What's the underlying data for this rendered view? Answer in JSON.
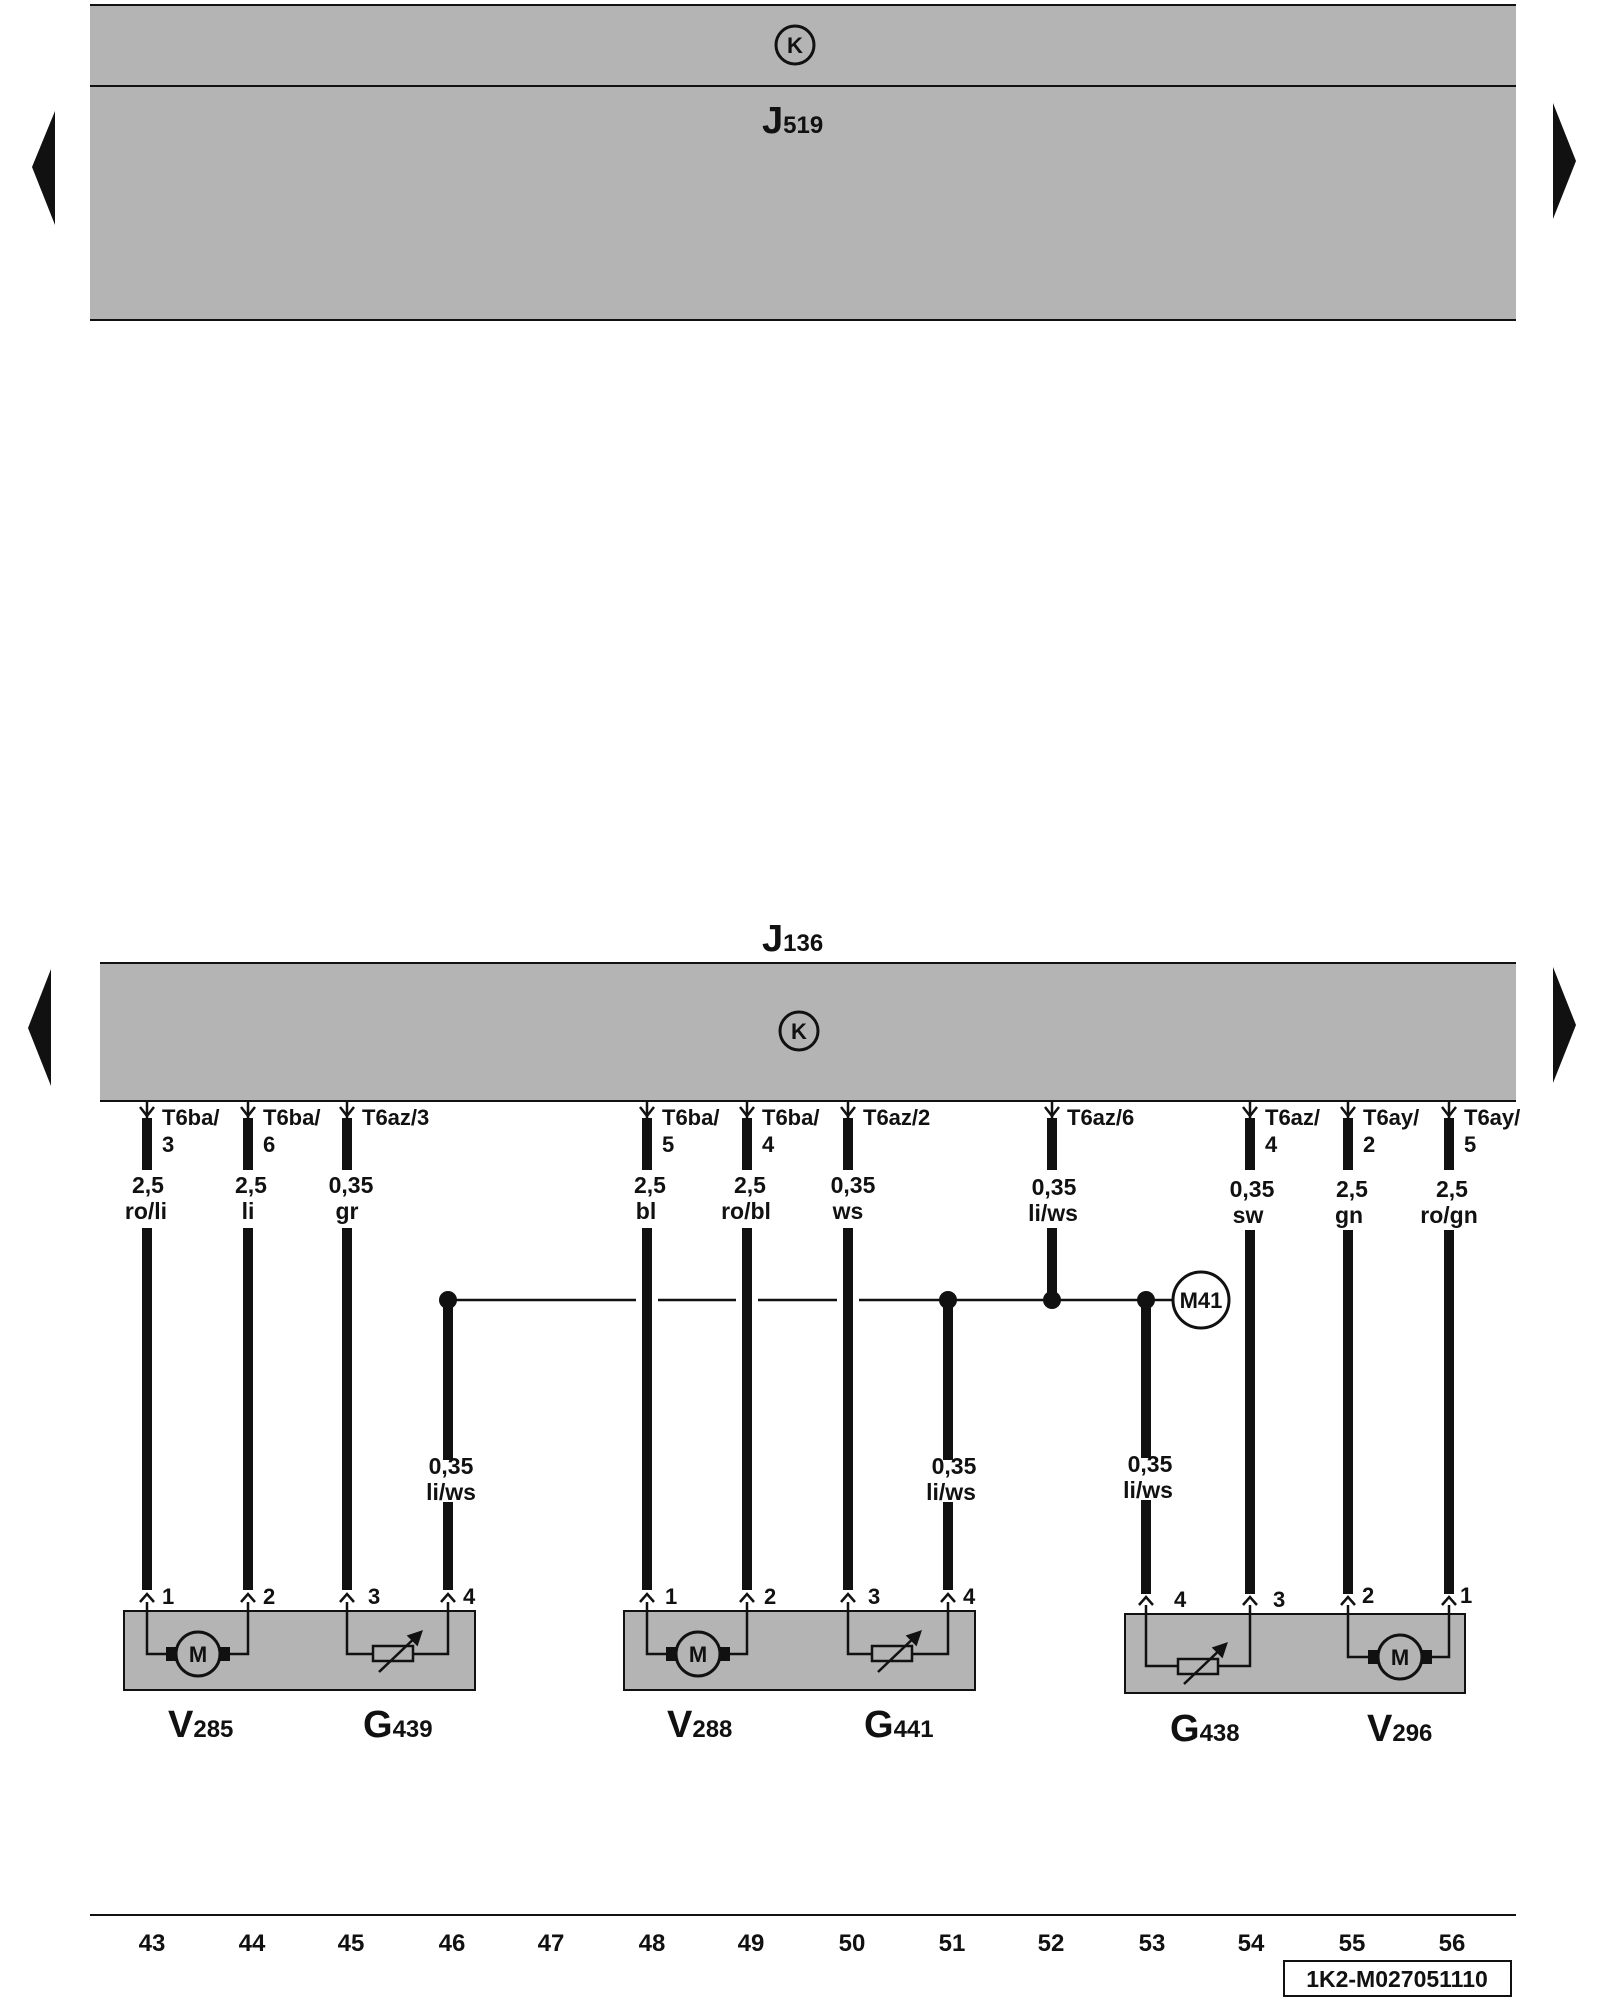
{
  "units": {
    "upper": {
      "letter": "J",
      "sub": "519"
    },
    "lower": {
      "letter": "J",
      "sub": "136"
    },
    "marker_symbol": "K"
  },
  "connectors": [
    {
      "label1": "T6ba/",
      "label2": "3"
    },
    {
      "label1": "T6ba/",
      "label2": "6"
    },
    {
      "label1": "T6az/3",
      "label2": ""
    },
    {
      "label1": "T6ba/",
      "label2": "5"
    },
    {
      "label1": "T6ba/",
      "label2": "4"
    },
    {
      "label1": "T6az/2",
      "label2": ""
    },
    {
      "label1": "T6az/6",
      "label2": ""
    },
    {
      "label1": "T6az/",
      "label2": "4"
    },
    {
      "label1": "T6ay/",
      "label2": "2"
    },
    {
      "label1": "T6ay/",
      "label2": "5"
    }
  ],
  "wires_top": [
    {
      "size": "2,5",
      "color": "ro/li"
    },
    {
      "size": "2,5",
      "color": "li"
    },
    {
      "size": "0,35",
      "color": "gr"
    },
    {
      "size": "2,5",
      "color": "bl"
    },
    {
      "size": "2,5",
      "color": "ro/bl"
    },
    {
      "size": "0,35",
      "color": "ws"
    },
    {
      "size": "0,35",
      "color": "li/ws"
    },
    {
      "size": "0,35",
      "color": "sw"
    },
    {
      "size": "2,5",
      "color": "gn"
    },
    {
      "size": "2,5",
      "color": "ro/gn"
    }
  ],
  "wires_mid": [
    {
      "size": "0,35",
      "color": "li/ws"
    },
    {
      "size": "0,35",
      "color": "li/ws"
    },
    {
      "size": "0,35",
      "color": "li/ws"
    }
  ],
  "ground": {
    "label": "M41"
  },
  "motor_symbol": "M",
  "pins": {
    "m1": [
      "1",
      "2",
      "3",
      "4"
    ],
    "m2": [
      "1",
      "2",
      "3",
      "4"
    ],
    "m3": [
      "4",
      "3",
      "2",
      "1"
    ]
  },
  "components": [
    {
      "letter": "V",
      "sub": "285"
    },
    {
      "letter": "G",
      "sub": "439"
    },
    {
      "letter": "V",
      "sub": "288"
    },
    {
      "letter": "G",
      "sub": "441"
    },
    {
      "letter": "G",
      "sub": "438"
    },
    {
      "letter": "V",
      "sub": "296"
    }
  ],
  "footer": {
    "numbers": [
      "43",
      "44",
      "45",
      "46",
      "47",
      "48",
      "49",
      "50",
      "51",
      "52",
      "53",
      "54",
      "55",
      "56"
    ],
    "doc_id": "1K2-M027051110"
  }
}
